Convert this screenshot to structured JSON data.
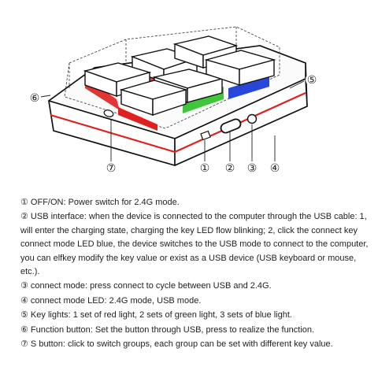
{
  "diagram": {
    "callouts": [
      "①",
      "②",
      "③",
      "④",
      "⑤",
      "⑥",
      "⑦"
    ],
    "colors": {
      "red": "#e0201e",
      "green": "#3fc63a",
      "blue": "#2846d8",
      "outline": "#111111"
    }
  },
  "legend": {
    "items": [
      {
        "num": "①",
        "text": " OFF/ON: Power switch for 2.4G mode."
      },
      {
        "num": "②",
        "text": " USB interface: when the device is connected to the computer through the USB cable: 1, will enter the charging state, charging the key LED flow blinking; 2, click the connect key connect mode LED blue, the device switches to the USB mode to connect to the computer, you can elfkey modify the key value or exist as a USB device (USB keyboard or mouse, etc.)."
      },
      {
        "num": "③",
        "text": " connect mode: press connect to cycle between USB and 2.4G."
      },
      {
        "num": "④",
        "text": " connect mode LED: 2.4G mode, USB mode."
      },
      {
        "num": "⑤",
        "text": " Key lights: 1 set of red light, 2 sets of green light, 3 sets of blue light."
      },
      {
        "num": "⑥",
        "text": " Function button: Set the button through USB, press to realize the function."
      },
      {
        "num": "⑦",
        "text": " S button: click to switch groups, each group can be set with different key value."
      }
    ]
  }
}
